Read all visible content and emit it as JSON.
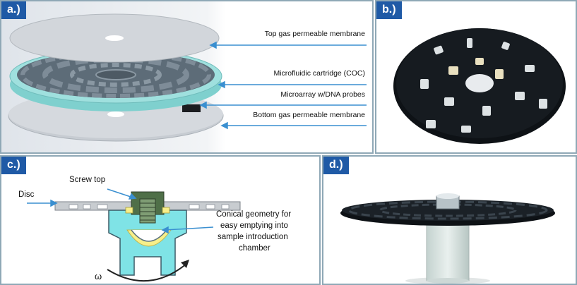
{
  "panels": {
    "a": {
      "tag": "a.)",
      "labels": {
        "top_membrane": "Top gas permeable membrane",
        "cartridge": "Microfluidic cartridge (COC)",
        "microarray": "Microarray w/DNA probes",
        "bottom_membrane": "Bottom gas permeable membrane"
      }
    },
    "b": {
      "tag": "b.)"
    },
    "c": {
      "tag": "c.)",
      "labels": {
        "screw_top": "Screw top",
        "disc": "Disc",
        "conical_line1": "Conical geometry for",
        "conical_line2": "easy emptying into",
        "conical_line3": "sample introduction",
        "conical_line4": "chamber",
        "omega": "ω"
      }
    },
    "d": {
      "tag": "d.)"
    }
  },
  "colors": {
    "tag_bg": "#1f5aa6",
    "panel_border": "#8fa8b6",
    "arrow": "#3a8fd0",
    "disc_black": "#101418",
    "cartridge_teal": "#8fdad8",
    "membrane_gray": "#c9ced4"
  }
}
